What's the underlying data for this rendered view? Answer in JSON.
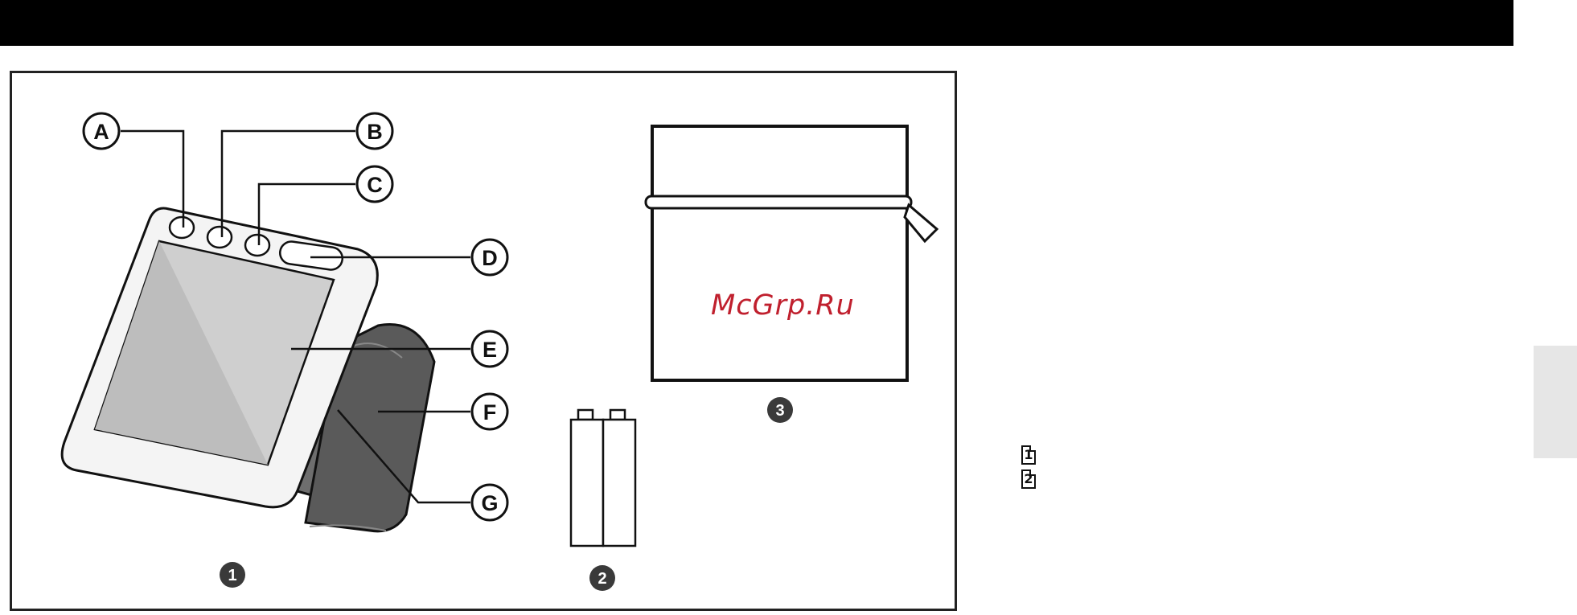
{
  "callouts": [
    "A",
    "B",
    "C",
    "D",
    "E",
    "F",
    "G"
  ],
  "item_numbers": [
    "1",
    "2",
    "3"
  ],
  "watermark": "McGrp.Ru",
  "margin_icons": [
    "1",
    "2"
  ],
  "colors": {
    "header_bar": "#000000",
    "frame": "#222222",
    "watermark": "#c0202e",
    "cuff": "#5a5a5a",
    "side_tab": "#e6e6e6"
  }
}
